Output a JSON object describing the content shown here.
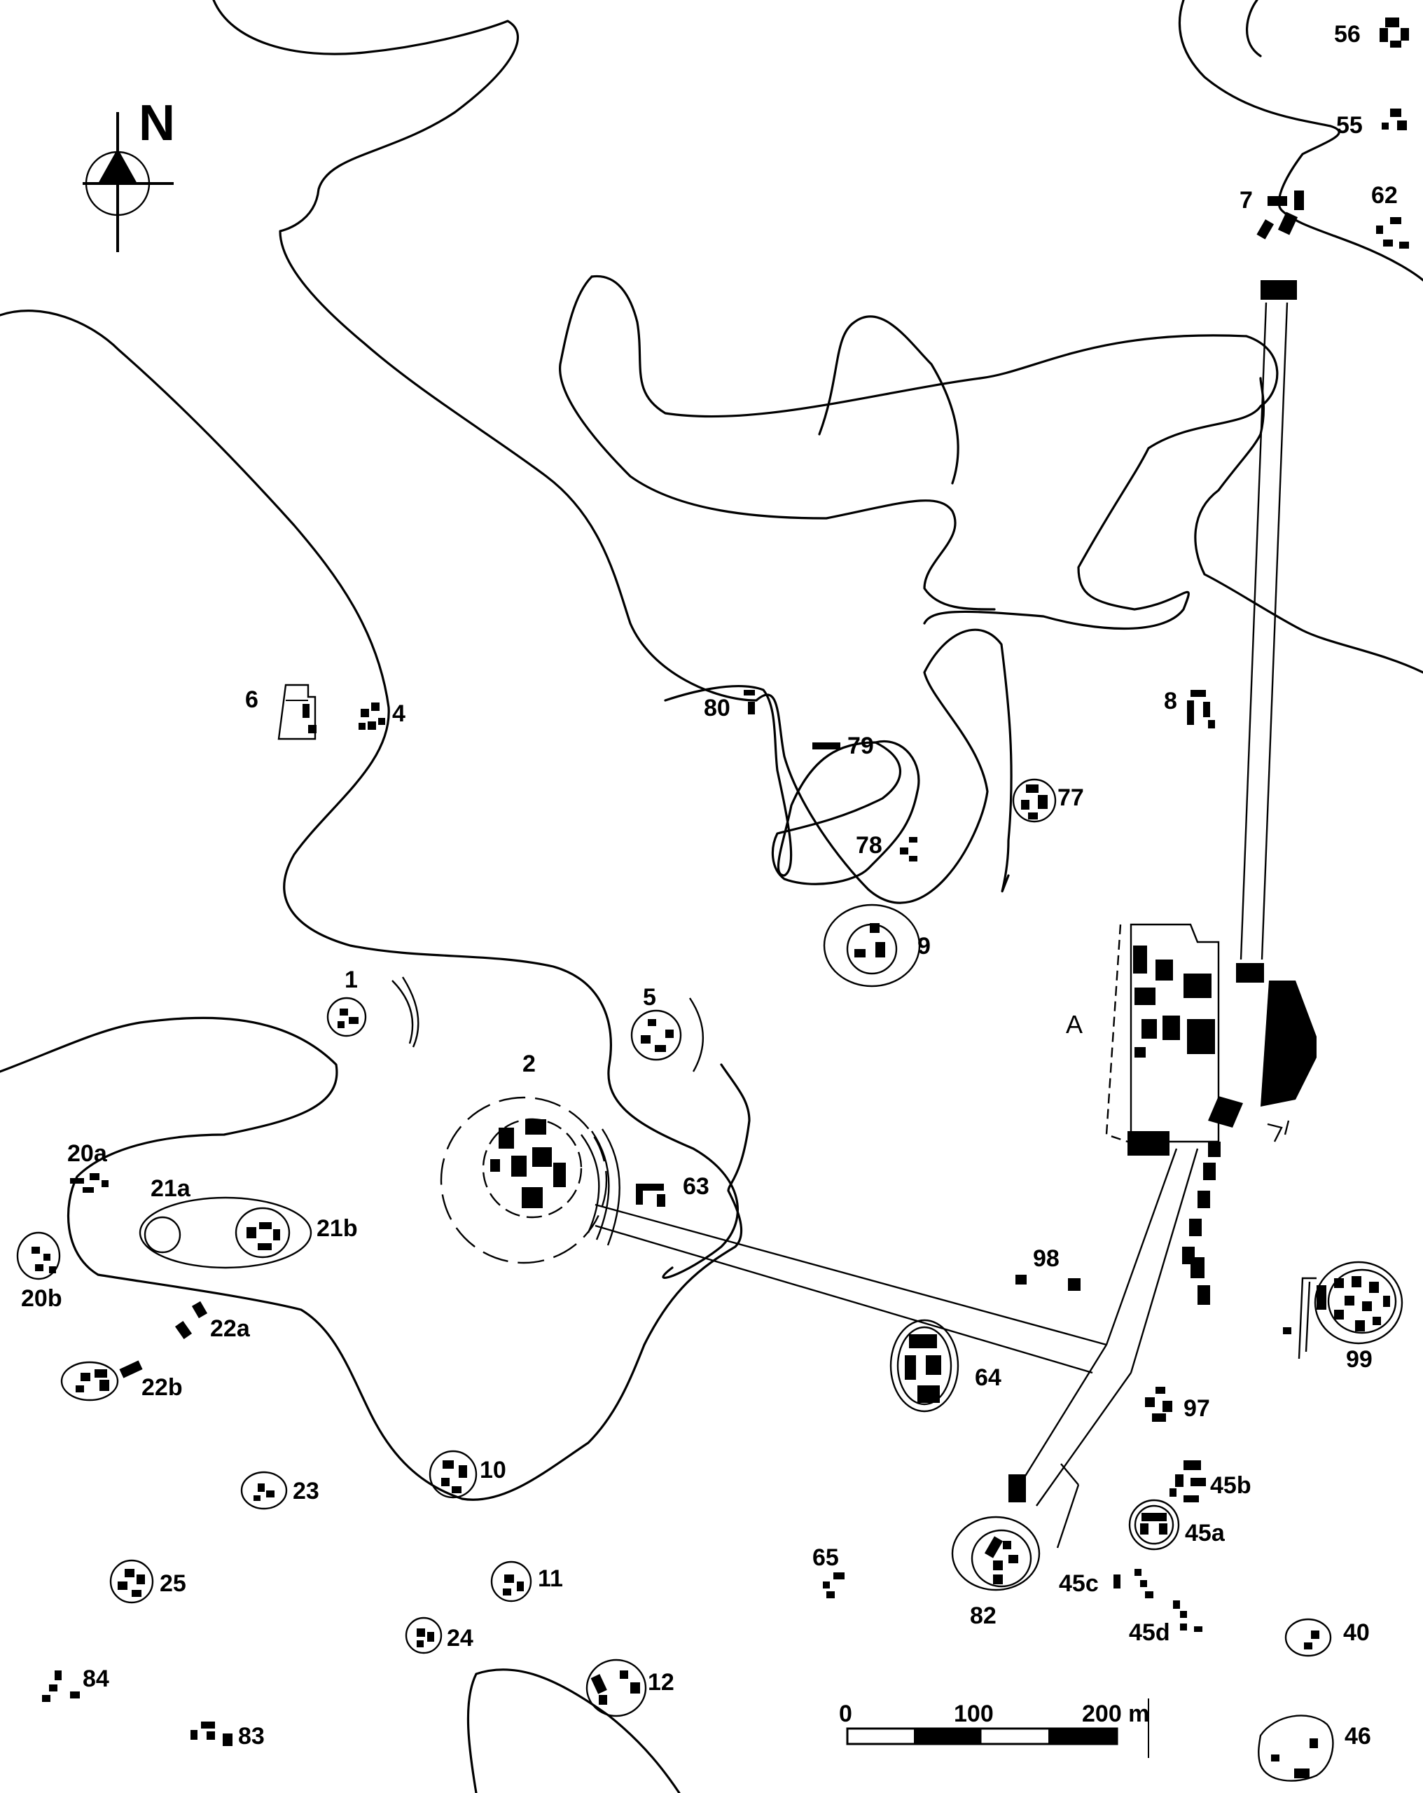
{
  "north": {
    "label": "N"
  },
  "scale_bar": {
    "labels": [
      "0",
      "100",
      "200 m"
    ]
  },
  "sites": [
    {
      "id": "site-56",
      "label": "56"
    },
    {
      "id": "site-55",
      "label": "55"
    },
    {
      "id": "site-62",
      "label": "62"
    },
    {
      "id": "site-7",
      "label": "7"
    },
    {
      "id": "site-6",
      "label": "6"
    },
    {
      "id": "site-4",
      "label": "4"
    },
    {
      "id": "site-80",
      "label": "80"
    },
    {
      "id": "site-79",
      "label": "79"
    },
    {
      "id": "site-8",
      "label": "8"
    },
    {
      "id": "site-77",
      "label": "77"
    },
    {
      "id": "site-78",
      "label": "78"
    },
    {
      "id": "site-9",
      "label": "9"
    },
    {
      "id": "site-1",
      "label": "1"
    },
    {
      "id": "site-5",
      "label": "5"
    },
    {
      "id": "site-A",
      "label": "A"
    },
    {
      "id": "site-2",
      "label": "2"
    },
    {
      "id": "site-20a",
      "label": "20a"
    },
    {
      "id": "site-21a",
      "label": "21a"
    },
    {
      "id": "site-21b",
      "label": "21b"
    },
    {
      "id": "site-63",
      "label": "63"
    },
    {
      "id": "site-20b",
      "label": "20b"
    },
    {
      "id": "site-22a",
      "label": "22a"
    },
    {
      "id": "site-22b",
      "label": "22b"
    },
    {
      "id": "site-98",
      "label": "98"
    },
    {
      "id": "site-99",
      "label": "99"
    },
    {
      "id": "site-64",
      "label": "64"
    },
    {
      "id": "site-97",
      "label": "97"
    },
    {
      "id": "site-10",
      "label": "10"
    },
    {
      "id": "site-23",
      "label": "23"
    },
    {
      "id": "site-45b",
      "label": "45b"
    },
    {
      "id": "site-45a",
      "label": "45a"
    },
    {
      "id": "site-65",
      "label": "65"
    },
    {
      "id": "site-25",
      "label": "25"
    },
    {
      "id": "site-11",
      "label": "11"
    },
    {
      "id": "site-82",
      "label": "82"
    },
    {
      "id": "site-45c",
      "label": "45c"
    },
    {
      "id": "site-45d",
      "label": "45d"
    },
    {
      "id": "site-24",
      "label": "24"
    },
    {
      "id": "site-40",
      "label": "40"
    },
    {
      "id": "site-84",
      "label": "84"
    },
    {
      "id": "site-12",
      "label": "12"
    },
    {
      "id": "site-83",
      "label": "83"
    },
    {
      "id": "site-46",
      "label": "46"
    }
  ]
}
